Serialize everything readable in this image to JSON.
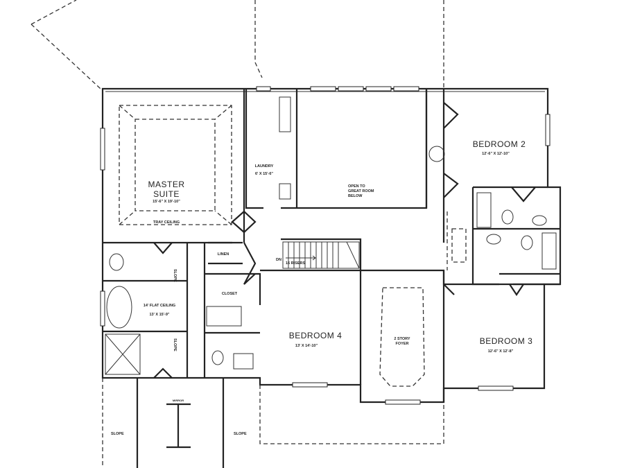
{
  "rooms": {
    "master": {
      "name_line1": "MASTER",
      "name_line2": "SUITE",
      "size": "15'-6\" X 19'-10\"",
      "ceiling": "TRAY CEILING"
    },
    "laundry": {
      "name": "LAUNDRY",
      "size": "6' X 15'-6\""
    },
    "open_great_room": {
      "line1": "OPEN TO",
      "line2": "GREAT ROOM",
      "line3": "BELOW"
    },
    "bedroom2": {
      "name": "BEDROOM 2",
      "size": "12'-6\" X 12'-10\""
    },
    "bedroom3": {
      "name": "BEDROOM 3",
      "size": "12'-6\" X 12'-8\""
    },
    "bedroom4": {
      "name": "BEDROOM 4",
      "size": "13' X 14'-10\""
    },
    "foyer": {
      "line1": "2 STORY",
      "line2": "FOYER"
    },
    "master_bath": {
      "ceiling": "14' FLAT CEILING",
      "size": "13' X 15'-9\""
    },
    "linen": "LINEN",
    "closet": "CLOSET"
  },
  "stairs": {
    "direction": "DN",
    "risers": "16 RISERS"
  },
  "annotations": {
    "slope": "SLOPE",
    "slope_left": "SLOPE",
    "slope_right": "SLOPE",
    "mirror": "MIRROR"
  }
}
